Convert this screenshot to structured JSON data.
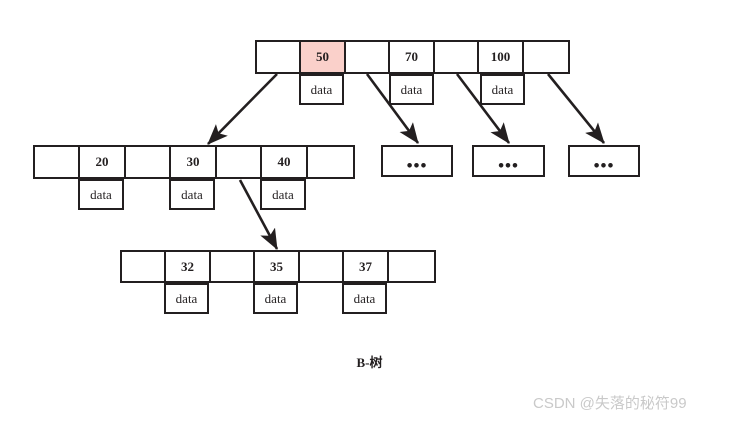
{
  "diagram": {
    "caption": "B-树",
    "watermark": "CSDN @失落的秘符99",
    "colors": {
      "stroke": "#231f20",
      "highlight": "#fad0ca",
      "background": "#ffffff",
      "watermark": "#c9c9c9"
    },
    "data_label": "data",
    "ellipsis_label": "•••",
    "root": {
      "name": "root-node",
      "keys": [
        "50",
        "70",
        "100"
      ],
      "highlighted_key": "50",
      "data_labels": [
        "data",
        "data",
        "data"
      ],
      "pointer_count": 4
    },
    "level2_left": {
      "name": "internal-node-left",
      "keys": [
        "20",
        "30",
        "40"
      ],
      "data_labels": [
        "data",
        "data",
        "data"
      ],
      "pointer_count": 4
    },
    "level2_ellipsis": [
      {
        "name": "ellipsis-node-1",
        "label": "•••"
      },
      {
        "name": "ellipsis-node-2",
        "label": "•••"
      },
      {
        "name": "ellipsis-node-3",
        "label": "•••"
      }
    ],
    "level3_leaf": {
      "name": "leaf-node",
      "keys": [
        "32",
        "35",
        "37"
      ],
      "data_labels": [
        "data",
        "data",
        "data"
      ],
      "pointer_count": 4
    }
  }
}
